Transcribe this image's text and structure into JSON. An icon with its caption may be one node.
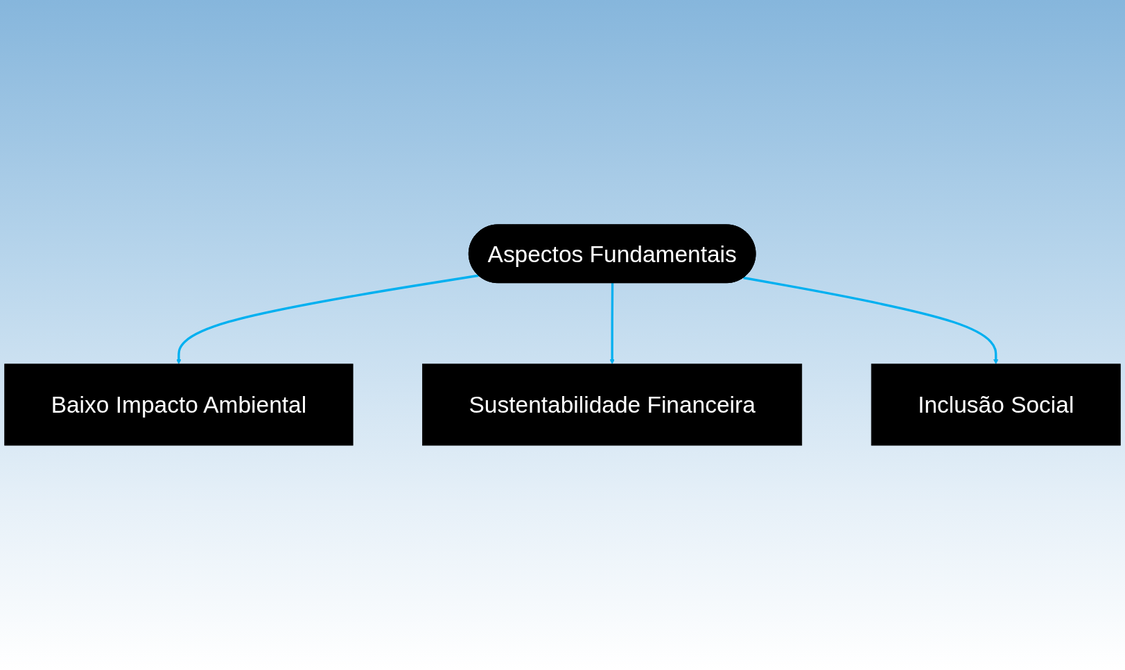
{
  "diagram": {
    "nodes": [
      {
        "text": [
          "Baixo Impacto Ambiental"
        ]
      },
      {
        "text": [
          "Aspectos Fundamentais"
        ]
      },
      {
        "text": [
          "Sustentabilidade Financeira"
        ]
      },
      {
        "text": [
          "Inclusão Social"
        ]
      }
    ],
    "edges": [
      {
        "from": 1,
        "to": 0,
        "arrow": "to"
      },
      {
        "from": 1,
        "to": 2,
        "arrow": "to"
      },
      {
        "from": 1,
        "to": 3,
        "arrow": "to"
      }
    ]
  }
}
